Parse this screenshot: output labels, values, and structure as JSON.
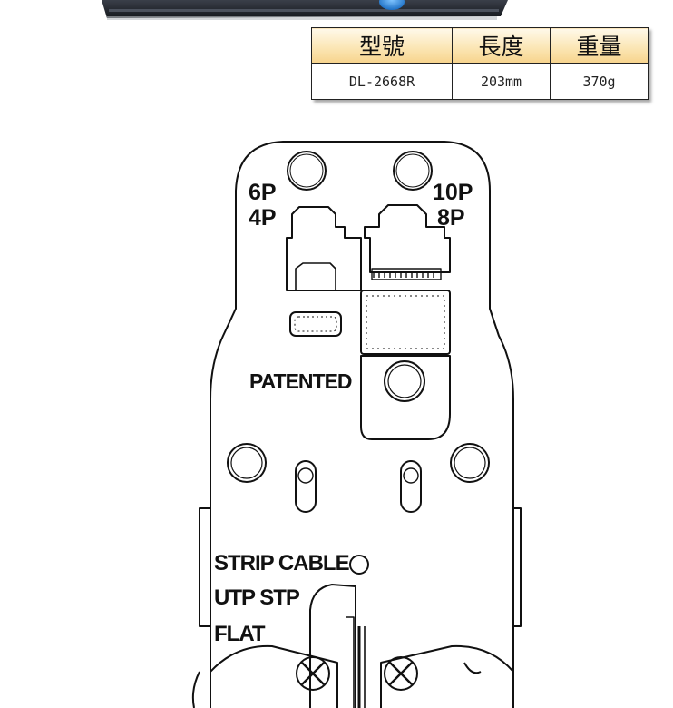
{
  "spec_table": {
    "headers": [
      "型號",
      "長度",
      "重量"
    ],
    "rows": [
      [
        "DL-2668R",
        "203mm",
        "370g"
      ]
    ]
  },
  "diagram": {
    "label_6p": "6P",
    "label_4p": "4P",
    "label_10p": "10P",
    "label_8p": "8P",
    "label_patented": "PATENTED",
    "label_strip_cable": "STRIP CABLE",
    "label_utp_stp": "UTP STP",
    "label_flat": "FLAT"
  },
  "colors": {
    "accent_blue": "#2f8fe0",
    "header_gold": "#f7d48d",
    "line": "#111111"
  }
}
